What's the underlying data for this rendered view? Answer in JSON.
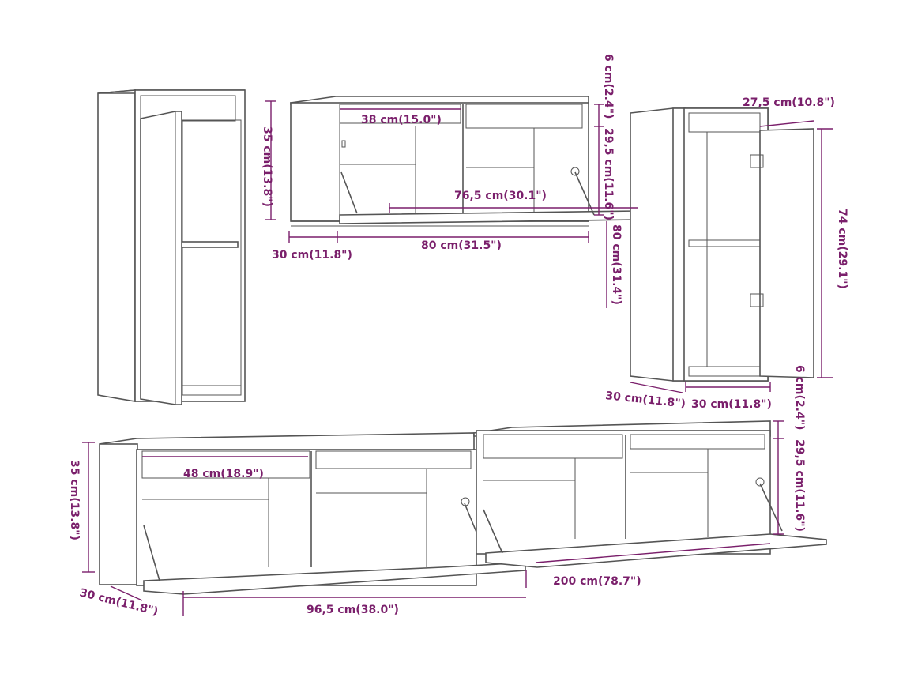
{
  "colors": {
    "line": "#555555",
    "dimension": "#7a1f6b",
    "background": "#ffffff"
  },
  "dimensions": {
    "wall_depth": "30 cm(11.8\")",
    "wall_shelf_depth": "38 cm(15.0\")",
    "wall_height": "35 cm(13.8\")",
    "wall_inner_width": "76,5 cm(30.1\")",
    "wall_width": "80 cm(31.5\")",
    "wall_top_gap": "6 cm(2.4\")",
    "wall_inner_height": "29,5 cm(11.6\")",
    "tall_width_right": "80 cm(31.4\")",
    "tall_door_depth": "27,5 cm(10.8\")",
    "tall_height": "74 cm(29.1\")",
    "tall_depth": "30 cm(11.8\")",
    "tall_width": "30 cm(11.8\")",
    "tv_top_gap": "6 cm(2.4\")",
    "tv_inner_height": "29,5 cm(11.6\")",
    "tv_height": "35 cm(13.8\")",
    "tv_shelf_depth": "48 cm(18.9\")",
    "tv_total_width": "200 cm(78.7\")",
    "tv_depth": "30 cm(11.8\")",
    "tv_unit_width": "96,5 cm(38.0\")"
  }
}
